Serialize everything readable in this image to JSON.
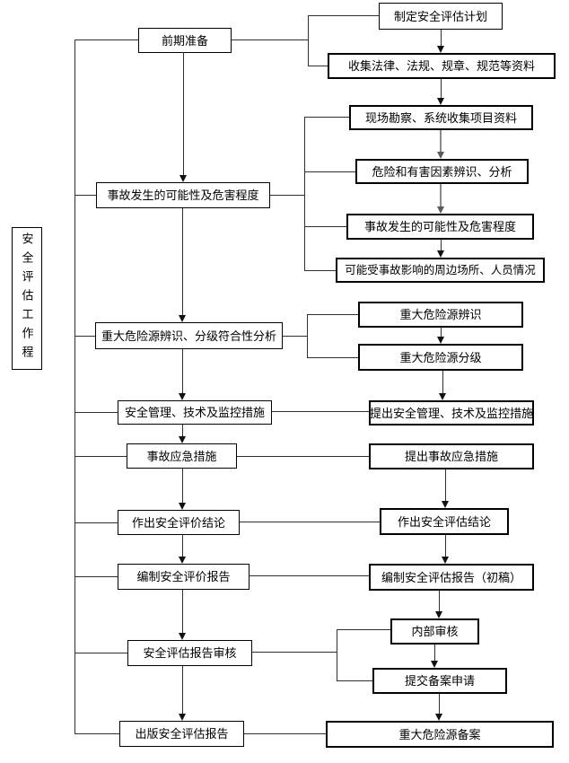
{
  "diagram": {
    "side_label": "安全评估工作程",
    "nodes": {
      "l0": {
        "label": "前期准备"
      },
      "l1": {
        "label": "事故发生的可能性及危害程度"
      },
      "l2": {
        "label": "重大危险源辨识、分级符合性分析"
      },
      "l3": {
        "label": "安全管理、技术及监控措施"
      },
      "l4": {
        "label": "事故应急措施"
      },
      "l5": {
        "label": "作出安全评价结论"
      },
      "l6": {
        "label": "编制安全评价报告"
      },
      "l7": {
        "label": "安全评估报告审核"
      },
      "l8": {
        "label": "出版安全评估报告"
      },
      "r0": {
        "label": "制定安全评估计划"
      },
      "r1": {
        "label": "收集法律、法规、规章、规范等资料"
      },
      "r2": {
        "label": "现场勘察、系统收集项目资料"
      },
      "r3": {
        "label": "危险和有害因素辨识、分析"
      },
      "r4": {
        "label": "事故发生的可能性及危害程度"
      },
      "r5": {
        "label": "可能受事故影响的周边场所、人员情况"
      },
      "r6": {
        "label": "重大危险源辨识"
      },
      "r7": {
        "label": "重大危险源分级"
      },
      "r8": {
        "label": "提出安全管理、技术及监控措施"
      },
      "r9": {
        "label": "提出事故应急措施"
      },
      "r10": {
        "label": "作出安全评估结论"
      },
      "r11": {
        "label": "编制安全评估报告（初稿）"
      },
      "r12": {
        "label": "内部审核"
      },
      "r13": {
        "label": "提交备案申请"
      },
      "r14": {
        "label": "重大危险源备案"
      }
    },
    "colors": {
      "box_border": "#000000",
      "line": "#2f2f2f",
      "gray_arrow": "#8a8a8a",
      "background": "#ffffff"
    }
  }
}
